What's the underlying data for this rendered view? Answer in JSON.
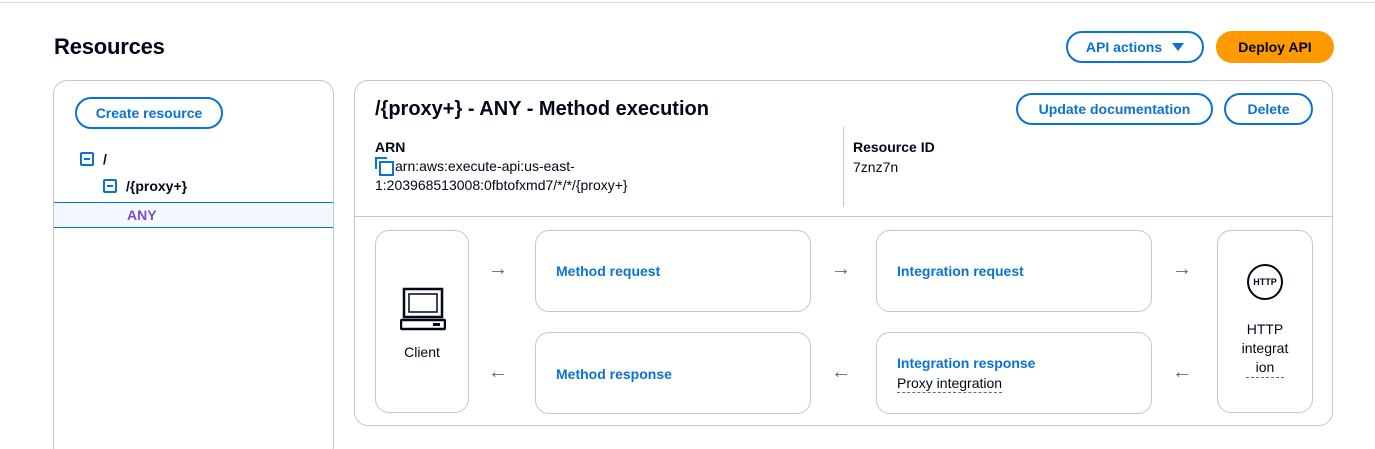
{
  "header": {
    "title": "Resources",
    "api_actions_label": "API actions",
    "deploy_label": "Deploy API"
  },
  "tree": {
    "create_resource_label": "Create resource",
    "root_label": "/",
    "proxy_label": "/{proxy+}",
    "method_label": "ANY"
  },
  "main": {
    "title": "/{proxy+} - ANY - Method execution",
    "update_doc_label": "Update documentation",
    "delete_label": "Delete",
    "arn_label": "ARN",
    "arn_line1": "arn:aws:execute-api:us-east-",
    "arn_line2": "1:203968513008:0fbtofxmd7/*/*/{proxy+}",
    "resource_id_label": "Resource ID",
    "resource_id_value": "7znz7n"
  },
  "flow": {
    "client_label": "Client",
    "method_request": "Method request",
    "integration_request": "Integration request",
    "method_response": "Method response",
    "integration_response": "Integration response",
    "integration_response_sub": "Proxy integration",
    "http_badge": "HTTP",
    "http_line1": "HTTP",
    "http_line2": "integrat",
    "http_line3": "ion",
    "arrow_right": "→",
    "arrow_left": "←"
  },
  "colors": {
    "accent": "#0972d3",
    "primary_button": "#ff9900",
    "selected_method": "#7d4ec7"
  }
}
